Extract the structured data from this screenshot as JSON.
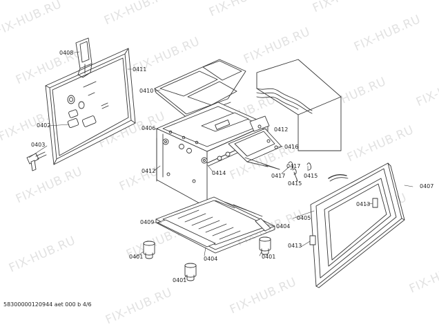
{
  "watermark": "FIX-HUB.RU",
  "footer": "58300000120944 aet 000 b 4/6",
  "callouts": {
    "c0401a": "0401",
    "c0401b": "0401",
    "c0401c": "0401",
    "c0402": "0402",
    "c0403": "0403",
    "c0404a": "0404",
    "c0404b": "0404",
    "c0405": "0405",
    "c0406": "0406",
    "c0407": "0407",
    "c0408": "0408",
    "c0409": "0409",
    "c0410": "0410",
    "c0411": "0411",
    "c0412a": "0412",
    "c0412b": "0412",
    "c0413a": "0413",
    "c0413b": "0413",
    "c0414": "0414",
    "c0415a": "0415",
    "c0415b": "0415",
    "c0416": "0416",
    "c0417a": "0417",
    "c0417b": "0417"
  },
  "colors": {
    "line": "#333333",
    "label": "#222222",
    "watermark": "#e2e2e2"
  }
}
